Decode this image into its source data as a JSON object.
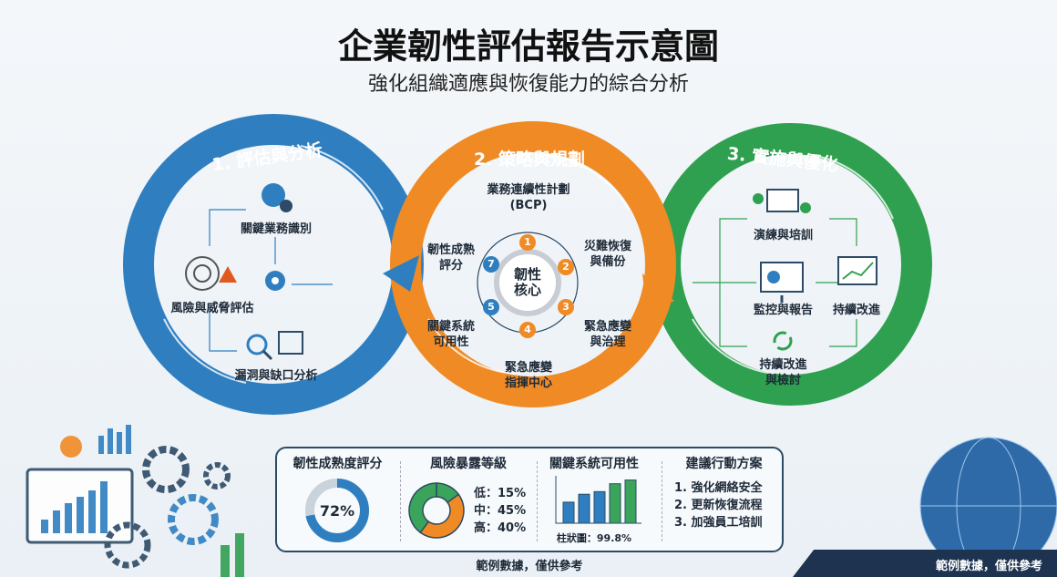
{
  "header": {
    "title": "企業韌性評估報告示意圖",
    "subtitle": "強化組織適應與恢復能力的綜合分析"
  },
  "stages": [
    {
      "title": "1. 評估與分析",
      "color": "#2f7fc0",
      "items": [
        "關鍵業務識別",
        "風險與威脅評估",
        "漏洞與缺口分析"
      ]
    },
    {
      "title": "2. 策略與規劃",
      "color": "#f08a24",
      "core": "韌性\n核心",
      "items": [
        "業務連續性計劃\n(BCP)",
        "災難恢復\n與備份",
        "緊急應變\n與治理",
        "緊急應變\n指揮中心",
        "關鍵系統\n可用性",
        "韌性成熟\n評分"
      ],
      "numbers": [
        "1",
        "2",
        "3",
        "4",
        "5",
        "7"
      ]
    },
    {
      "title": "3. 實施與優化",
      "color": "#2fa050",
      "items": [
        "演練與培訓",
        "監控與報告",
        "持續改進\n與檢討",
        "持續改進"
      ]
    }
  ],
  "panel": {
    "maturity": {
      "title": "韌性成熟度評分",
      "value": "72%",
      "fraction": 0.72
    },
    "risk": {
      "title": "風險暴露等級",
      "rows": [
        "低：15%",
        "中：45%",
        "高：40%"
      ],
      "values": {
        "low": 15,
        "mid": 45,
        "high": 40
      }
    },
    "availability": {
      "title": "關鍵系統可用性",
      "caption": "柱狀圖：99.8%",
      "bars": [
        40,
        55,
        60,
        75,
        82
      ]
    },
    "actions": {
      "title": "建議行動方案",
      "items": [
        "1. 強化網絡安全",
        "2. 更新恢復流程",
        "3. 加強員工培訓"
      ]
    }
  },
  "footer": "範例數據，僅供參考",
  "corner_note": "範例數據，僅供參考",
  "colors": {
    "blue": "#2f7fc0",
    "orange": "#f08a24",
    "green": "#2fa050",
    "navy": "#1d3350"
  }
}
